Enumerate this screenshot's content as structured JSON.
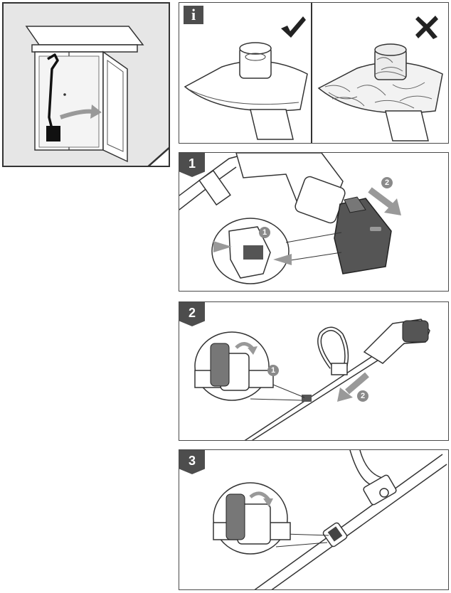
{
  "storage_panel": {
    "icon": "cabinet-storage-icon"
  },
  "info_panel": {
    "badge": "i",
    "ok_icon": "checkmark-icon",
    "bad_icon": "cross-icon"
  },
  "steps": [
    {
      "number": "1",
      "callouts": [
        "1",
        "2"
      ]
    },
    {
      "number": "2",
      "callouts": [
        "1",
        "2"
      ]
    },
    {
      "number": "3"
    }
  ],
  "colors": {
    "badge": "#4d4d4d",
    "line": "#333333",
    "callout": "#8a8a8a",
    "arrow": "#9a9a9a",
    "storage_bg": "#e6e6e6"
  }
}
